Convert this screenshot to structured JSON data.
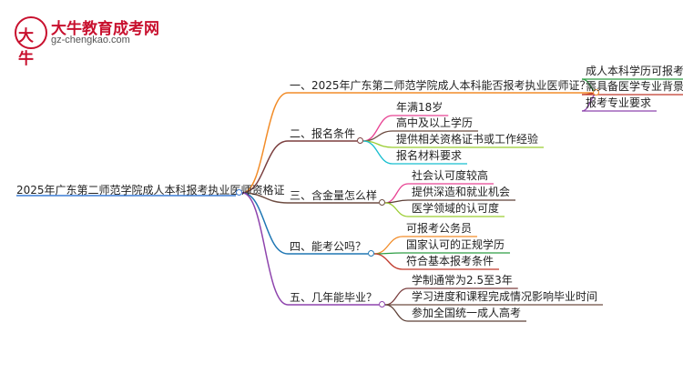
{
  "logo": {
    "mark": "大牛",
    "title": "大牛教育成考网",
    "url": "gz-chengkao.com"
  },
  "root": {
    "label": "2025年广东第二师范学院成人本科报考执业医师资格证",
    "color": "#3a7bd5"
  },
  "branches": [
    {
      "label": "一、2025年广东第二师范学院成人本科能否报考执业医师证？",
      "color": "#f28c28",
      "children": [
        {
          "label": "成人本科学历可报考",
          "color": "#2e9e44"
        },
        {
          "label": "需具备医学专业背景",
          "color": "#c0392b"
        },
        {
          "label": "报考专业要求",
          "color": "#8e44ad"
        }
      ]
    },
    {
      "label": "二、报名条件",
      "color": "#7b3f3f",
      "children": [
        {
          "label": "年满18岁",
          "color": "#e84393"
        },
        {
          "label": "高中及以上学历",
          "color": "#6d4c41"
        },
        {
          "label": "提供相关资格证书或工作经验",
          "color": "#9acd32"
        },
        {
          "label": "报名材料要求",
          "color": "#17becf"
        }
      ]
    },
    {
      "label": "三、含金量怎么样",
      "color": "#6d4c41",
      "children": [
        {
          "label": "社会认可度较高",
          "color": "#e84393"
        },
        {
          "label": "提供深造和就业机会",
          "color": "#5d4037"
        },
        {
          "label": "医学领域的认可度",
          "color": "#9acd32"
        }
      ]
    },
    {
      "label": "四、能考公吗？",
      "color": "#1f77b4",
      "children": [
        {
          "label": "可报考公务员",
          "color": "#f28c28"
        },
        {
          "label": "国家认可的正规学历",
          "color": "#2e9e44"
        },
        {
          "label": "符合基本报考条件",
          "color": "#c0392b"
        }
      ]
    },
    {
      "label": "五、几年能毕业？",
      "color": "#8e44ad",
      "children": [
        {
          "label": "学制通常为2.5至3年",
          "color": "#7b3f3f"
        },
        {
          "label": "学习进度和课程完成情况影响毕业时间",
          "color": "#6d4c41"
        },
        {
          "label": "参加全国统一成人高考",
          "color": "#5d4037"
        }
      ]
    }
  ]
}
